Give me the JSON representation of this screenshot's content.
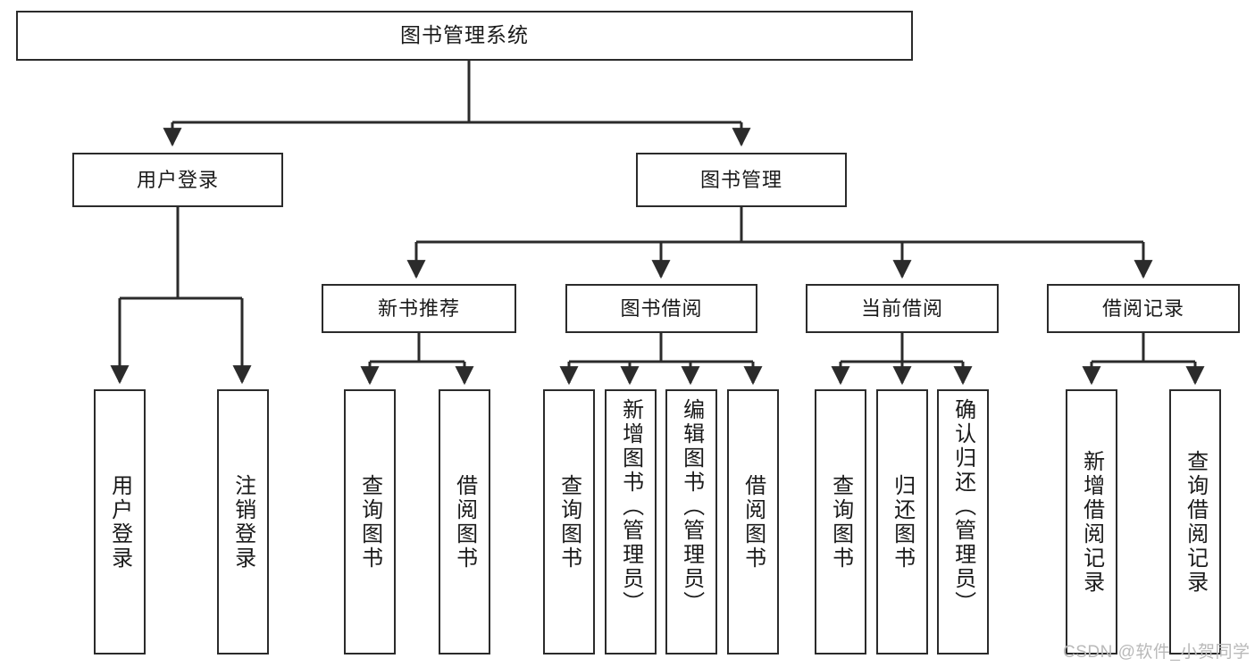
{
  "diagram": {
    "title": "图书管理系统",
    "type": "tree-hierarchy",
    "colors": {
      "box_border": "#2b2b2b",
      "box_fill": "#ffffff",
      "edge": "#2b2b2b",
      "text": "#1a1a1a",
      "watermark": "#b9b9b9",
      "background": "#ffffff"
    }
  },
  "nodes": {
    "root": {
      "label": "图书管理系统"
    },
    "level2": [
      {
        "label": "用户登录"
      },
      {
        "label": "图书管理"
      }
    ],
    "level3": [
      {
        "label": "新书推荐"
      },
      {
        "label": "图书借阅"
      },
      {
        "label": "当前借阅"
      },
      {
        "label": "借阅记录"
      }
    ],
    "leaves_user_login": [
      {
        "label": "用户登录"
      },
      {
        "label": "注销登录"
      }
    ],
    "leaves_new_book": [
      {
        "label": "查询图书"
      },
      {
        "label": "借阅图书"
      }
    ],
    "leaves_borrow": [
      {
        "label": "查询图书"
      },
      {
        "label": "新增图书（管理员）"
      },
      {
        "label": "编辑图书（管理员）"
      },
      {
        "label": "借阅图书"
      }
    ],
    "leaves_current": [
      {
        "label": "查询图书"
      },
      {
        "label": "归还图书"
      },
      {
        "label": "确认归还（管理员）"
      }
    ],
    "leaves_record": [
      {
        "label": "新增借阅记录"
      },
      {
        "label": "查询借阅记录"
      }
    ]
  },
  "watermark": {
    "text": "CSDN @软件_小贺同学"
  }
}
